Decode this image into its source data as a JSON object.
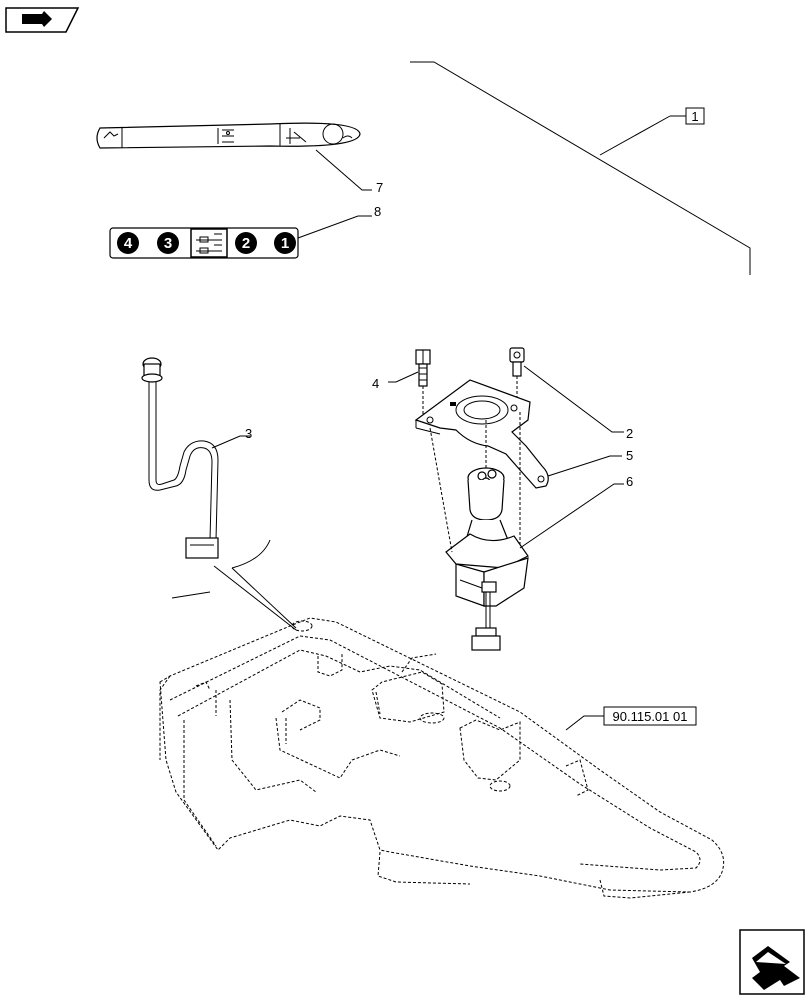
{
  "nav": {
    "prev_icon": "arrow-left-bookmark-icon",
    "next_icon": "arrow-right-bookmark-icon"
  },
  "callouts": {
    "c1": "1",
    "c2": "2",
    "c3": "3",
    "c4": "4",
    "c5": "5",
    "c6": "6",
    "c7": "7",
    "c8": "8"
  },
  "reference": "90.115.01 01",
  "decal8": {
    "buttons": [
      "4",
      "3",
      "2",
      "1"
    ]
  }
}
